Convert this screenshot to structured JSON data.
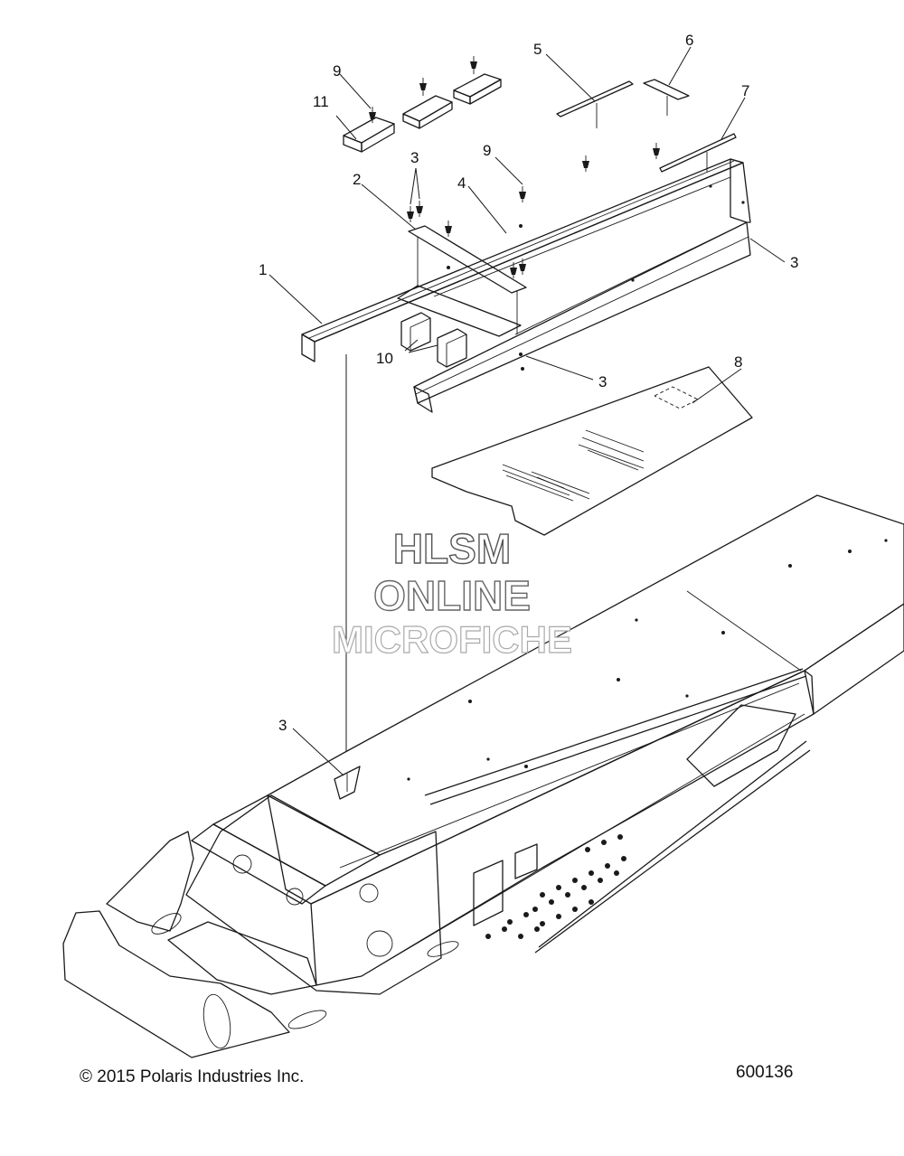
{
  "callouts": [
    {
      "id": "c9a",
      "label": "9"
    },
    {
      "id": "c11",
      "label": "11"
    },
    {
      "id": "c5",
      "label": "5"
    },
    {
      "id": "c6",
      "label": "6"
    },
    {
      "id": "c7",
      "label": "7"
    },
    {
      "id": "c3a",
      "label": "3"
    },
    {
      "id": "c9b",
      "label": "9"
    },
    {
      "id": "c2",
      "label": "2"
    },
    {
      "id": "c4",
      "label": "4"
    },
    {
      "id": "c3b",
      "label": "3"
    },
    {
      "id": "c1",
      "label": "1"
    },
    {
      "id": "c10",
      "label": "10"
    },
    {
      "id": "c3c",
      "label": "3"
    },
    {
      "id": "c8",
      "label": "8"
    },
    {
      "id": "c3d",
      "label": "3"
    }
  ],
  "watermark": {
    "line1": "HLSM",
    "line2": "ONLINE",
    "line3": "MICROFICHE"
  },
  "footer": {
    "copyright": "© 2015 Polaris Industries Inc.",
    "figure_id": "600136"
  }
}
